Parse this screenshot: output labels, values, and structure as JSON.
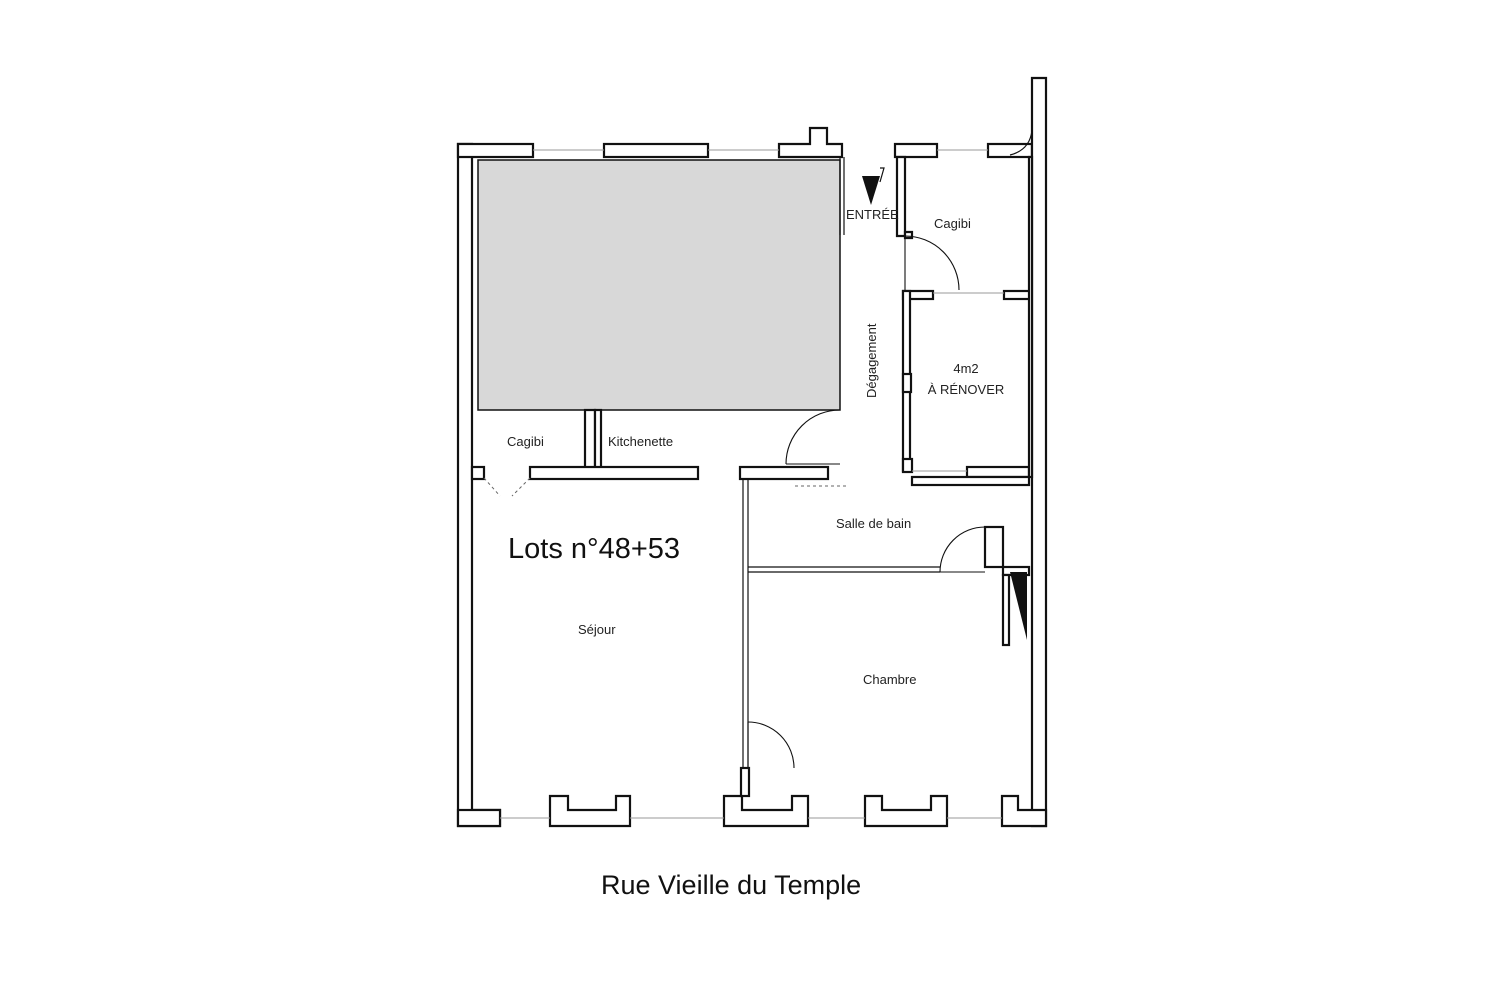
{
  "plan": {
    "lot_label": "Lots n°48+53",
    "street_label": "Rue Vieille du Temple",
    "rooms": {
      "entree": "ENTRÉE",
      "cagibi_top": "Cagibi",
      "degagement": "Dégagement",
      "renover_line1": "4m2",
      "renover_line2": "À RÉNOVER",
      "cagibi_left": "Cagibi",
      "kitchenette": "Kitchenette",
      "salle_de_bain": "Salle de bain",
      "sejour": "Séjour",
      "chambre": "Chambre"
    },
    "colors": {
      "shaded_area": "#d8d8d8",
      "walls": "#111111",
      "background": "#ffffff"
    }
  }
}
